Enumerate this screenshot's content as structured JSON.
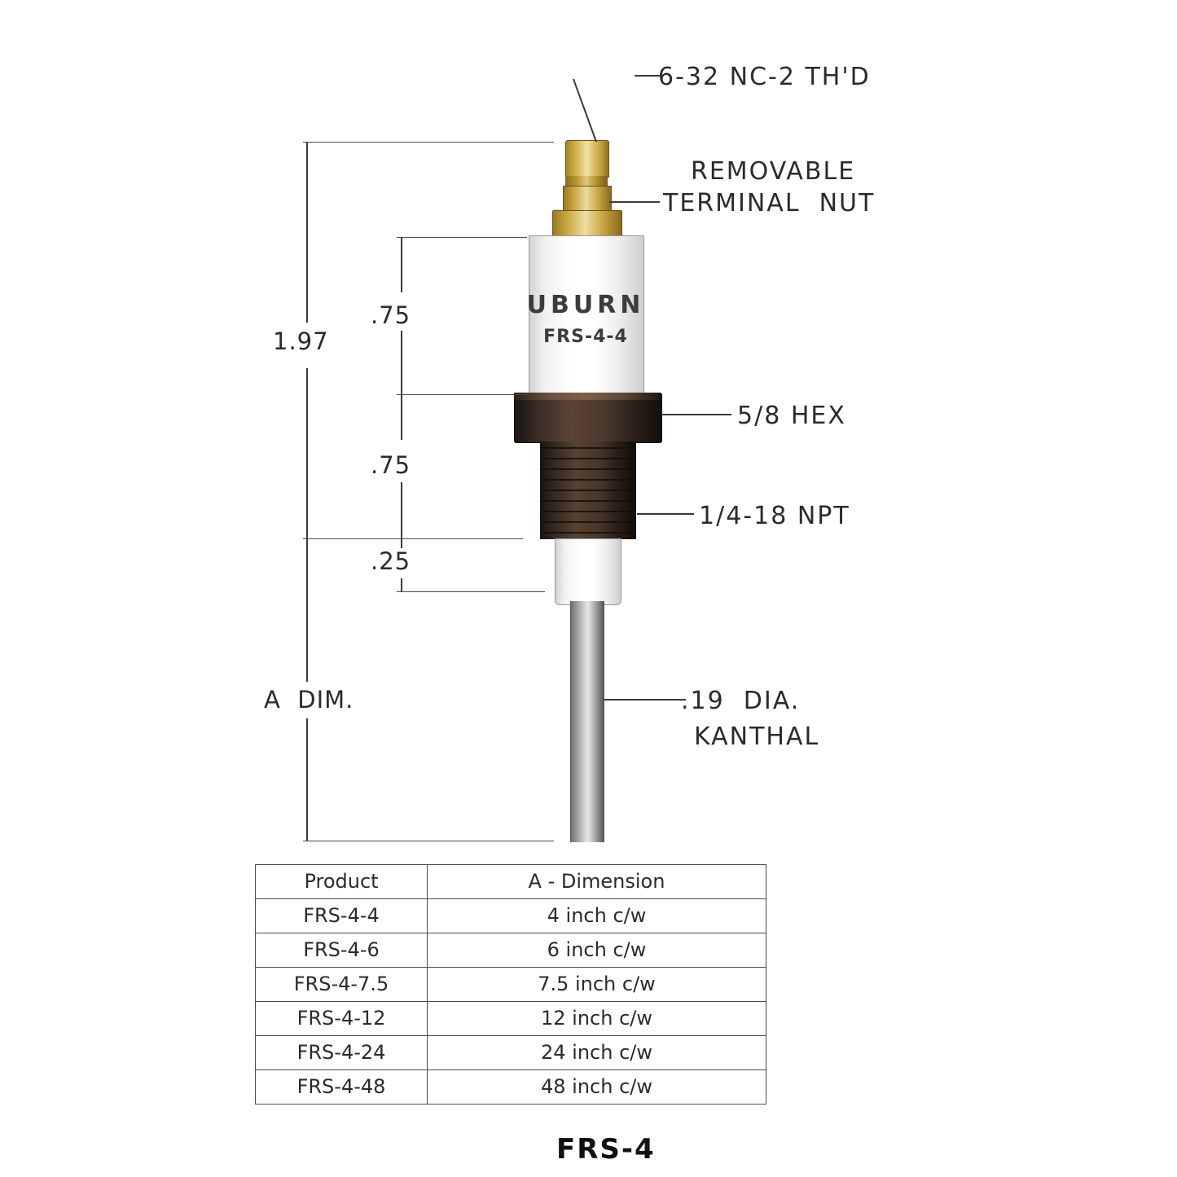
{
  "drawing": {
    "callouts": {
      "thread_top": "6-32 NC-2 TH'D",
      "terminal_nut_line1": "REMOVABLE",
      "terminal_nut_line2": "TERMINAL  NUT",
      "hex": "5/8 HEX",
      "npt": "1/4-18 NPT",
      "rod_line1": ".19  DIA.",
      "rod_line2": "KANTHAL"
    },
    "dimensions": {
      "overall": "1.97",
      "upper": ".75",
      "middle": ".75",
      "lower": ".25",
      "a_dim": "A  DIM."
    },
    "body_marking": {
      "brand": "UBURN",
      "model": "FRS-4-4"
    }
  },
  "table": {
    "headers": [
      "Product",
      "A - Dimension"
    ],
    "rows": [
      [
        "FRS-4-4",
        "4 inch c/w"
      ],
      [
        "FRS-4-6",
        "6 inch  c/w"
      ],
      [
        "FRS-4-7.5",
        "7.5 inch c/w"
      ],
      [
        "FRS-4-12",
        "12 inch c/w"
      ],
      [
        "FRS-4-24",
        "24 inch c/w"
      ],
      [
        "FRS-4-48",
        "48 inch c/w"
      ]
    ]
  },
  "caption": "FRS-4",
  "colors": {
    "line": "#3a3a3a",
    "text": "#2b2b2b",
    "brass": "#d8b659",
    "ceramic": "#ffffff",
    "body": "#4a382c",
    "rod": "#c8c8c8"
  }
}
